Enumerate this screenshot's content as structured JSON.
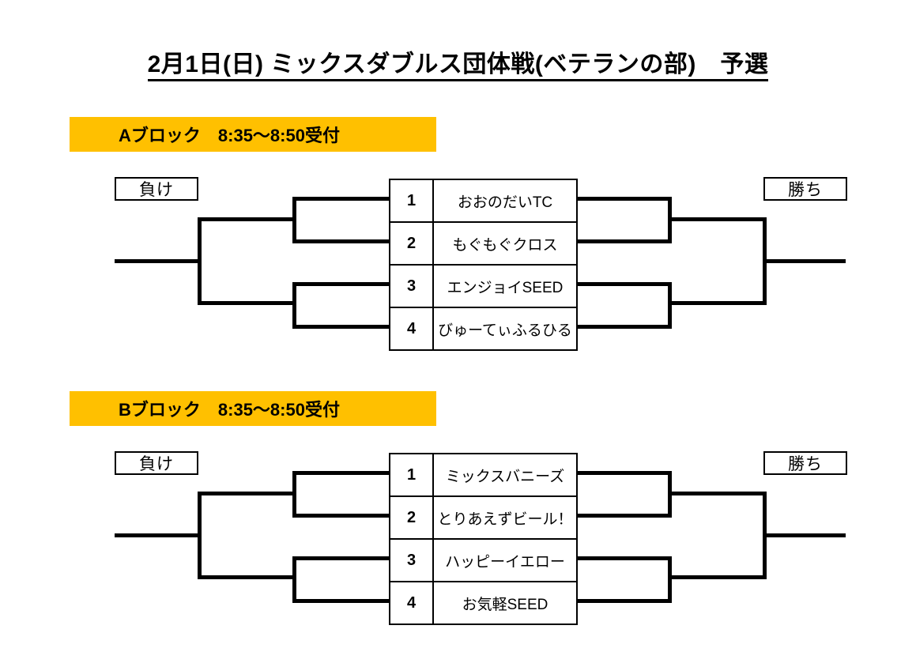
{
  "title": {
    "text": "2月1日(日) ミックスダブルス団体戦(ベテランの部)　予選"
  },
  "labels": {
    "lose": "負け",
    "win": "勝ち"
  },
  "colors": {
    "banner_background": "#FFC000",
    "line": "#000000",
    "page_background": "#FFFFFF"
  },
  "blocks": [
    {
      "id": "A",
      "banner_name": "Aブロック",
      "banner_time": "8:35〜8:50受付",
      "lose_label": "負け",
      "win_label": "勝ち",
      "entries": [
        {
          "seed": "1",
          "team": "おおのだいTC"
        },
        {
          "seed": "2",
          "team": "もぐもぐクロス"
        },
        {
          "seed": "3",
          "team": "エンジョイSEED"
        },
        {
          "seed": "4",
          "team": "びゅーてぃふるひる"
        }
      ]
    },
    {
      "id": "B",
      "banner_name": "Bブロック",
      "banner_time": "8:35〜8:50受付",
      "lose_label": "負け",
      "win_label": "勝ち",
      "entries": [
        {
          "seed": "1",
          "team": "ミックスバニーズ"
        },
        {
          "seed": "2",
          "team": "とりあえずビール！"
        },
        {
          "seed": "3",
          "team": "ハッピーイエロー"
        },
        {
          "seed": "4",
          "team": "お気軽SEED"
        }
      ]
    }
  ]
}
